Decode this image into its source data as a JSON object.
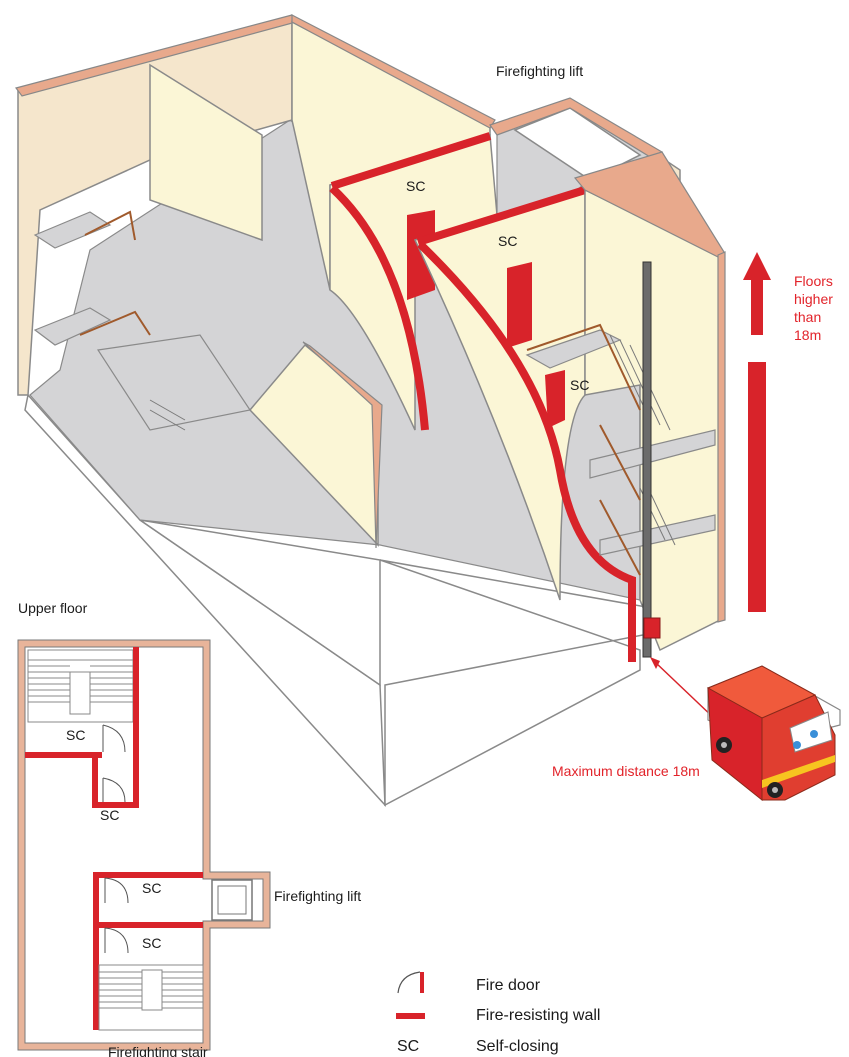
{
  "labels": {
    "firefighting_lift_top": "Firefighting lift",
    "sc_1": "SC",
    "sc_2": "SC",
    "sc_3": "SC",
    "floors_line1": "Floors",
    "floors_line2": "higher",
    "floors_line3": "than",
    "floors_line4": "18m",
    "max_distance": "Maximum distance 18m",
    "upper_floor": "Upper floor",
    "plan_sc_1": "SC",
    "plan_sc_2": "SC",
    "plan_sc_3": "SC",
    "plan_sc_4": "SC",
    "plan_lift": "Firefighting lift",
    "plan_stair_caption": "Firefighting stair"
  },
  "legend": [
    {
      "symbol": "fire-door",
      "text": "Fire door"
    },
    {
      "symbol": "fire-wall",
      "text": "Fire-resisting wall"
    },
    {
      "symbol": "SC",
      "text": "Self-closing"
    }
  ],
  "colors": {
    "red": "#d8232a",
    "wall": "#e8a98c",
    "cream": "#fbf6d6",
    "floor": "#d4d4d6"
  }
}
